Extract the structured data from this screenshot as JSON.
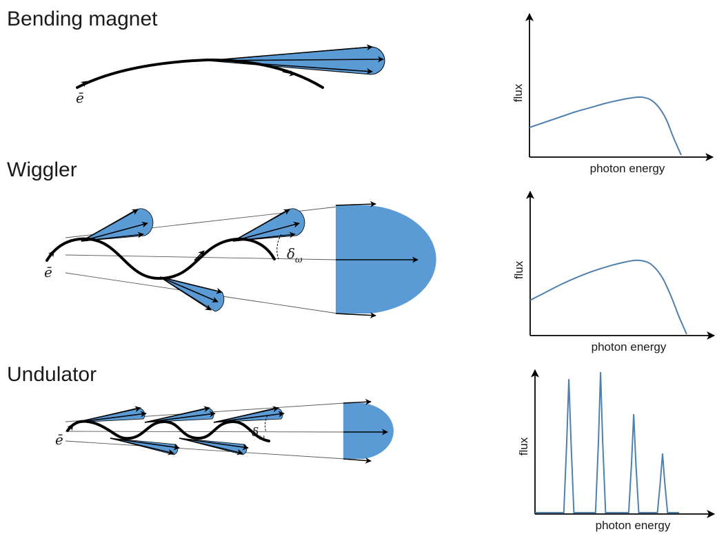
{
  "colors": {
    "beam_fill": "#5b9bd5",
    "spectrum_line": "#4f7fae",
    "ink": "#000000"
  },
  "sections": {
    "bending_magnet": {
      "title": "Bending magnet",
      "electron_label": "ē"
    },
    "wiggler": {
      "title": "Wiggler",
      "electron_label": "ē",
      "angle_label": "δ",
      "angle_sub": "ω"
    },
    "undulator": {
      "title": "Undulator",
      "electron_label": "ē",
      "angle_label": "δ",
      "angle_sub": "ω"
    }
  },
  "chart_data": [
    {
      "type": "line",
      "panel": "bending_magnet",
      "xlabel": "photon energy",
      "ylabel": "flux",
      "x": [
        0,
        0.1,
        0.2,
        0.3,
        0.4,
        0.5,
        0.6,
        0.7,
        0.75,
        0.8,
        0.85,
        0.9,
        0.95,
        1.0
      ],
      "y": [
        0.32,
        0.38,
        0.44,
        0.5,
        0.55,
        0.6,
        0.64,
        0.67,
        0.67,
        0.64,
        0.56,
        0.42,
        0.2,
        0.0
      ]
    },
    {
      "type": "line",
      "panel": "wiggler",
      "xlabel": "photon energy",
      "ylabel": "flux",
      "x": [
        0,
        0.1,
        0.2,
        0.3,
        0.4,
        0.5,
        0.6,
        0.68,
        0.75,
        0.8,
        0.85,
        0.9,
        0.95,
        1.0
      ],
      "y": [
        0.34,
        0.42,
        0.5,
        0.57,
        0.63,
        0.68,
        0.72,
        0.74,
        0.72,
        0.66,
        0.55,
        0.38,
        0.18,
        0.0
      ]
    },
    {
      "type": "line",
      "panel": "undulator",
      "xlabel": "photon energy",
      "ylabel": "flux",
      "x": [
        0,
        0.2,
        0.22,
        0.235,
        0.25,
        0.27,
        0.42,
        0.44,
        0.455,
        0.47,
        0.49,
        0.65,
        0.67,
        0.685,
        0.7,
        0.72,
        0.85,
        0.87,
        0.885,
        0.9,
        0.92,
        1.0
      ],
      "y": [
        0,
        0,
        0.5,
        0.95,
        0.5,
        0,
        0,
        0.5,
        1.0,
        0.5,
        0,
        0,
        0.35,
        0.7,
        0.35,
        0,
        0,
        0.22,
        0.42,
        0.22,
        0,
        0
      ]
    }
  ]
}
